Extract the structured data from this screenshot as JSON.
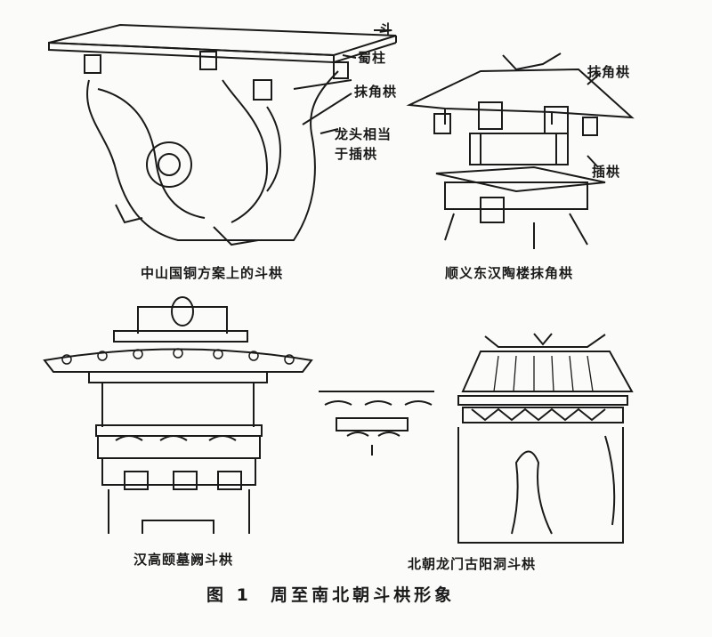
{
  "figure": {
    "caption_number": "图 1",
    "caption_text": "周至南北朝斗栱形象"
  },
  "panels": [
    {
      "caption": "中山国铜方案上的斗栱",
      "callouts": [
        "斗",
        "蜀柱",
        "抹角栱",
        "龙头相当",
        "于插栱"
      ]
    },
    {
      "caption": "顺义东汉陶楼抹角栱",
      "callouts": [
        "抹角栱",
        "插栱"
      ]
    },
    {
      "caption": "汉高颐墓阙斗栱",
      "callouts": []
    },
    {
      "caption": "北朝龙门古阳洞斗栱",
      "callouts": []
    }
  ]
}
